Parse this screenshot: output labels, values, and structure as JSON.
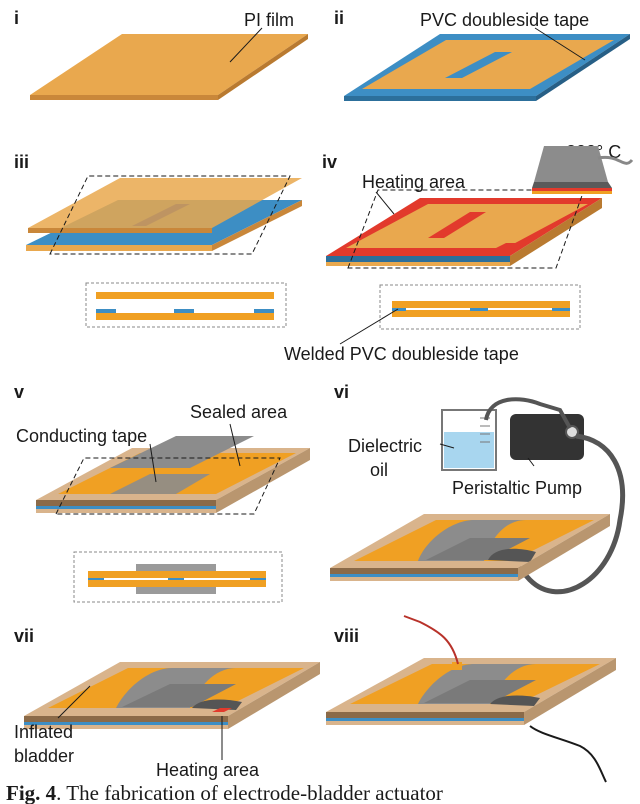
{
  "panels": {
    "p1": {
      "numeral": "i",
      "label": "PI film"
    },
    "p2": {
      "numeral": "ii",
      "label": "PVC doubleside tape"
    },
    "p3": {
      "numeral": "iii"
    },
    "p4": {
      "numeral": "iv",
      "label": "Heating area",
      "temperature": "200° C"
    },
    "welded_label": "Welded PVC doubleside tape",
    "p5": {
      "numeral": "v",
      "label_tape": "Conducting tape",
      "label_sealed": "Sealed area"
    },
    "p6": {
      "numeral": "vi",
      "label_oil_1": "Dielectric",
      "label_oil_2": "oil",
      "label_pump": "Peristaltic Pump"
    },
    "p7": {
      "numeral": "vii",
      "label_bladder_1": "Inflated",
      "label_bladder_2": "bladder",
      "label_heat": "Heating area"
    },
    "p8": {
      "numeral": "viii"
    }
  },
  "caption": {
    "prefix": "Fig. 4",
    "text": ". The fabrication of electrode-bladder actuator"
  },
  "colors": {
    "pi_film": "#e9a84e",
    "pvc_tape": "#3d8ec4",
    "heating": "#e23a2c",
    "conducting_tape": "#8c8c8c",
    "frame": "#d9b48c",
    "bladder": "#f0a023",
    "pump": "#333333",
    "oil": "#a8d6ef"
  }
}
